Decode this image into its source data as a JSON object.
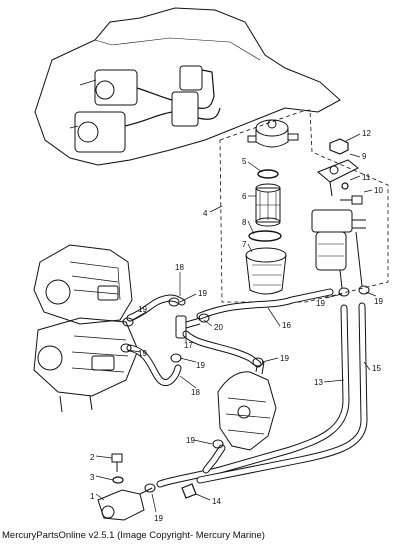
{
  "caption": "MercuryPartsOnline v2.5.1 (Image Copyright- Mercury Marine)",
  "callouts": [
    "1",
    "2",
    "3",
    "4",
    "5",
    "6",
    "7",
    "8",
    "9",
    "10",
    "11",
    "12",
    "13",
    "14",
    "15",
    "16",
    "17",
    "18",
    "19",
    "20"
  ]
}
